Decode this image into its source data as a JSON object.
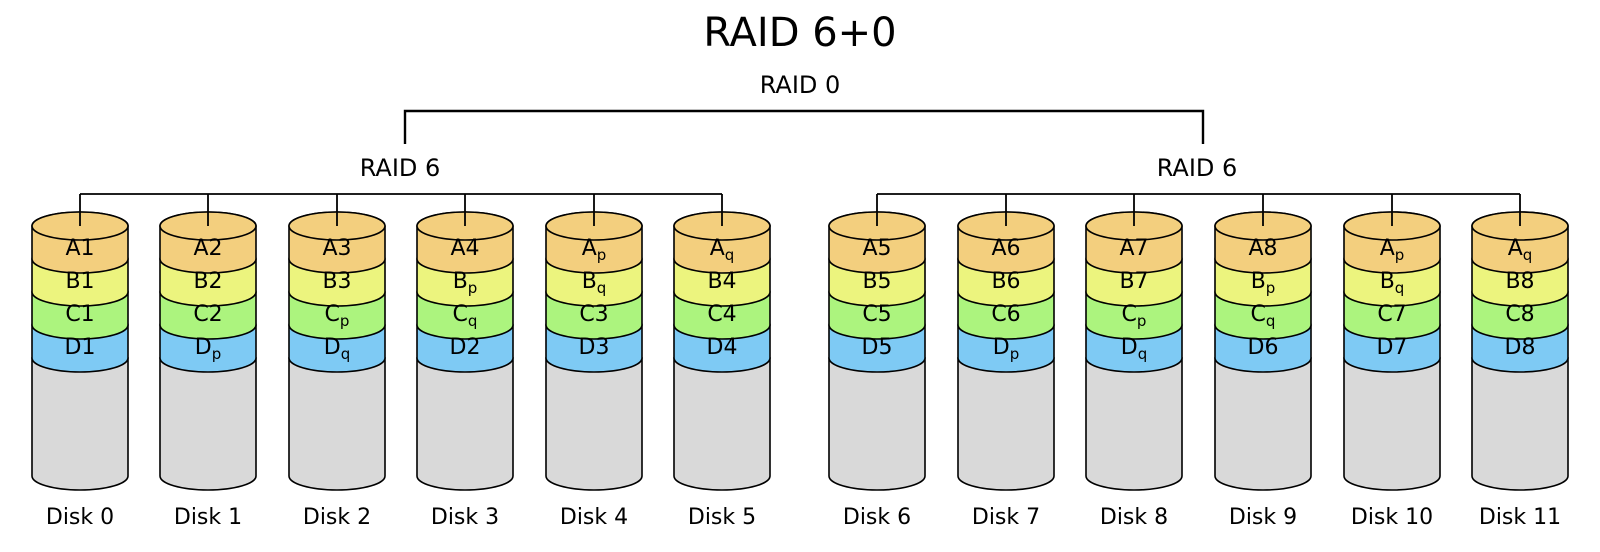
{
  "diagram": {
    "title": "RAID 6+0",
    "top_level": "RAID 0",
    "groups": [
      {
        "label": "RAID 6",
        "disks": [
          {
            "name": "Disk 0",
            "blocks": [
              {
                "b": "A1",
                "s": ""
              },
              {
                "b": "B1",
                "s": ""
              },
              {
                "b": "C1",
                "s": ""
              },
              {
                "b": "D1",
                "s": ""
              }
            ]
          },
          {
            "name": "Disk 1",
            "blocks": [
              {
                "b": "A2",
                "s": ""
              },
              {
                "b": "B2",
                "s": ""
              },
              {
                "b": "C2",
                "s": ""
              },
              {
                "b": "D",
                "s": "p"
              }
            ]
          },
          {
            "name": "Disk 2",
            "blocks": [
              {
                "b": "A3",
                "s": ""
              },
              {
                "b": "B3",
                "s": ""
              },
              {
                "b": "C",
                "s": "p"
              },
              {
                "b": "D",
                "s": "q"
              }
            ]
          },
          {
            "name": "Disk 3",
            "blocks": [
              {
                "b": "A4",
                "s": ""
              },
              {
                "b": "B",
                "s": "p"
              },
              {
                "b": "C",
                "s": "q"
              },
              {
                "b": "D2",
                "s": ""
              }
            ]
          },
          {
            "name": "Disk 4",
            "blocks": [
              {
                "b": "A",
                "s": "p"
              },
              {
                "b": "B",
                "s": "q"
              },
              {
                "b": "C3",
                "s": ""
              },
              {
                "b": "D3",
                "s": ""
              }
            ]
          },
          {
            "name": "Disk 5",
            "blocks": [
              {
                "b": "A",
                "s": "q"
              },
              {
                "b": "B4",
                "s": ""
              },
              {
                "b": "C4",
                "s": ""
              },
              {
                "b": "D4",
                "s": ""
              }
            ]
          }
        ]
      },
      {
        "label": "RAID 6",
        "disks": [
          {
            "name": "Disk 6",
            "blocks": [
              {
                "b": "A5",
                "s": ""
              },
              {
                "b": "B5",
                "s": ""
              },
              {
                "b": "C5",
                "s": ""
              },
              {
                "b": "D5",
                "s": ""
              }
            ]
          },
          {
            "name": "Disk 7",
            "blocks": [
              {
                "b": "A6",
                "s": ""
              },
              {
                "b": "B6",
                "s": ""
              },
              {
                "b": "C6",
                "s": ""
              },
              {
                "b": "D",
                "s": "p"
              }
            ]
          },
          {
            "name": "Disk 8",
            "blocks": [
              {
                "b": "A7",
                "s": ""
              },
              {
                "b": "B7",
                "s": ""
              },
              {
                "b": "C",
                "s": "p"
              },
              {
                "b": "D",
                "s": "q"
              }
            ]
          },
          {
            "name": "Disk 9",
            "blocks": [
              {
                "b": "A8",
                "s": ""
              },
              {
                "b": "B",
                "s": "p"
              },
              {
                "b": "C",
                "s": "q"
              },
              {
                "b": "D6",
                "s": ""
              }
            ]
          },
          {
            "name": "Disk 10",
            "blocks": [
              {
                "b": "A",
                "s": "p"
              },
              {
                "b": "B",
                "s": "q"
              },
              {
                "b": "C7",
                "s": ""
              },
              {
                "b": "D7",
                "s": ""
              }
            ]
          },
          {
            "name": "Disk 11",
            "blocks": [
              {
                "b": "A",
                "s": "q"
              },
              {
                "b": "B8",
                "s": ""
              },
              {
                "b": "C8",
                "s": ""
              },
              {
                "b": "D8",
                "s": ""
              }
            ]
          }
        ]
      }
    ]
  },
  "colors": {
    "row_a": "#f3cf7e",
    "row_b": "#ecf47e",
    "row_c": "#acf47e",
    "row_d": "#7ecaf4",
    "disk_body": "#d9d9d9",
    "outline": "#000000"
  }
}
